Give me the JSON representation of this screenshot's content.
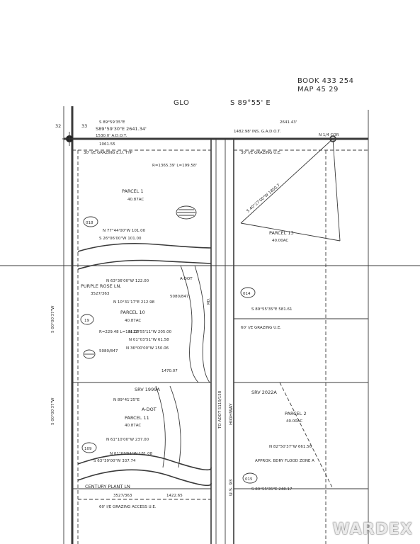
{
  "header": {
    "book_label": "BOOK 433 254",
    "map_label": "MAP 45 29"
  },
  "top": {
    "glo": "GLO",
    "bearing": "S 89°55' E",
    "corner_left": "32",
    "corner_right": "33",
    "line1": "S 89°59'35\"E",
    "line2": "S89°59'30\"E 2641.34'",
    "line3": "2641.43'",
    "line4": "1482.98' INS. G.A.D.O.T.",
    "line5": "1530.0' A.D.O.T.",
    "line6": "1061.55",
    "grazing_easement_top": "30' I/E GRAZING E.U. TYP",
    "ne_cor": "N 1/4 COR"
  },
  "parcels": {
    "parcel1": {
      "name": "PARCEL 1",
      "area": "40.87AC"
    },
    "parcel10": {
      "name": "PARCEL 10",
      "area": "40.87AC"
    },
    "parcel11": {
      "name": "PARCEL 11",
      "area": "40.87AC"
    },
    "parcel2": {
      "name": "PARCEL 2",
      "area": "40.00AC"
    },
    "parcel_ne": {
      "name": "PARCEL 13",
      "area": "40.00AC"
    }
  },
  "labels": {
    "purple_rose": "PURPLE ROSE LN.",
    "century_plant": "CENTURY PLANT LN",
    "srv1999": "SRV 1999A",
    "srv2022": "SRV 2022A",
    "highway": "HIGHWAY",
    "us93": "U.S. 93",
    "to_adot": "TO ADOT 5119/158",
    "adot_1": "A-DOT",
    "adot_2": "A-DOT",
    "rd": "RD.",
    "grazing_ue": "60' I/E GRAZING U.E.",
    "grazing_access": "60' I/E GRAZING ACCESS U.E.",
    "grazing_ne": "30' I/E GRAZING U.E.",
    "flood_zone": "APPROX. BDRY FLOOD ZONE A",
    "parcel_num_018": "018",
    "parcel_num_014": "014",
    "parcel_num_015": "015",
    "parcel_num_19": "19",
    "parcel_num_109": "109"
  },
  "bearings": {
    "b1": "N 77°44'00\"W 101.00",
    "b2": "S 26°06'00\"W 101.00",
    "b3": "N 63°36'00\"W 122.00",
    "b4": "N 10°31'17\"E 212.98",
    "b5": "N 12°55'11\"W 205.00",
    "b6": "N 01°03'51\"W 61.58",
    "b7": "N 36°00'00\"W 150.06",
    "b8": "N 89°41'25\"E",
    "b9": "N 61°10'00\"W 237.00",
    "b10": "N 01°03'51\"W 181.08",
    "b11": "S 63°39'00\"W 337.74",
    "b12": "S 89°55'35\"E 581.61",
    "b13": "S 89°55'35\"E 248.17",
    "b14": "N 82°50'37\"W 661.56",
    "b15": "R=1365.39' L=199.58'",
    "b16": "S 40°27'00\"W 1800.7",
    "b17": "S 00°00'37\"W",
    "b18": "R=229.48 L=181.05",
    "b19": "1470.07",
    "b20": "1422.65",
    "b21": "5080/847",
    "b22": "5080/847",
    "b23": "3527/363",
    "b24": "3527/363",
    "b25": "S 00°00'37\"W"
  },
  "watermark": "WARDEX"
}
